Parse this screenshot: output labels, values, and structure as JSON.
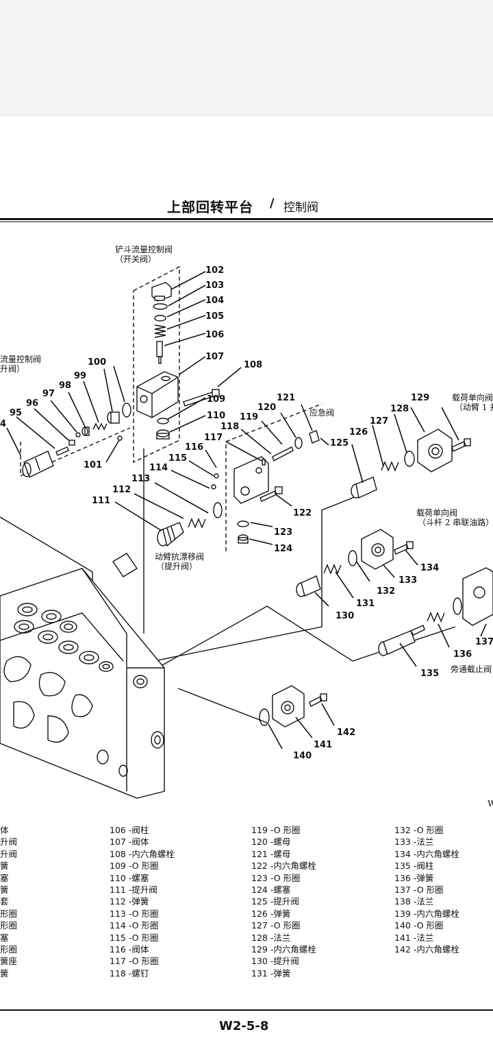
{
  "header": {
    "title": "上部回转平台",
    "separator": "/",
    "subtitle": "控制阀"
  },
  "footer": {
    "page_code": "W2-5-8"
  },
  "diagram": {
    "captions": {
      "bucket_flow": [
        "铲斗流量控制阀",
        "（开关阀）"
      ],
      "left_flow": [
        "流量控制阀",
        "升阀）"
      ],
      "emergency": "应急阀",
      "boom_anti_drift": [
        "动臂抗漂移阀",
        "（提升阀）"
      ],
      "load_check_1": [
        "载荷单向阀",
        "（动臂 1 并"
      ],
      "load_check_2": [
        "载荷单向阀",
        "（斗杆 2 串联油路）"
      ],
      "bypass": "旁通截止阀",
      "corner_mark": "W"
    },
    "callouts": {
      "n4": "4",
      "n95": "95",
      "n96": "96",
      "n97": "97",
      "n98": "98",
      "n99": "99",
      "n100": "100",
      "n101": "101",
      "n102": "102",
      "n103": "103",
      "n104": "104",
      "n105": "105",
      "n106": "106",
      "n107": "107",
      "n108": "108",
      "n109": "109",
      "n110": "110",
      "n111": "111",
      "n112": "112",
      "n113": "113",
      "n114": "114",
      "n115": "115",
      "n116": "116",
      "n117": "117",
      "n118": "118",
      "n119": "119",
      "n120": "120",
      "n121": "121",
      "n122": "122",
      "n123": "123",
      "n124": "124",
      "n125": "125",
      "n126": "126",
      "n127": "127",
      "n128": "128",
      "n129": "129",
      "n130": "130",
      "n131": "131",
      "n132": "132",
      "n133": "133",
      "n134": "134",
      "n135": "135",
      "n136": "136",
      "n137": "137",
      "n140": "140",
      "n141": "141",
      "n142": "142"
    }
  },
  "legend": {
    "col1": [
      "体",
      "升阀",
      "升阀",
      "簧",
      "塞",
      "簧",
      "套",
      "形圈",
      "形圈",
      "塞",
      "形圈",
      "簧座",
      "簧"
    ],
    "col2": [
      "106 -阀柱",
      "107 -阀体",
      "108 -内六角螺栓",
      "109 -O 形圈",
      "110 -螺塞",
      "111 -提升阀",
      "112 -弹簧",
      "113 -O 形圈",
      "114 -O 形圈",
      "115 -O 形圈",
      "116 -阀体",
      "117 -O 形圈",
      "118 -螺钉"
    ],
    "col3": [
      "119 -O 形圈",
      "120 -螺母",
      "121 -螺母",
      "122 -内六角螺栓",
      "123 -O 形圈",
      "124 -螺塞",
      "125 -提升阀",
      "126 -弹簧",
      "127 -O 形圈",
      "128 -法兰",
      "129 -内六角螺栓",
      "130 -提升阀",
      "131 -弹簧"
    ],
    "col4": [
      "132 -O 形圈",
      "133 -法兰",
      "134 -内六角螺栓",
      "135 -阀柱",
      "136 -弹簧",
      "137 -O 形圈",
      "138 -法兰",
      "139 -内六角螺栓",
      "140 -O 形圈",
      "141 -法兰",
      "142 -内六角螺栓"
    ]
  }
}
